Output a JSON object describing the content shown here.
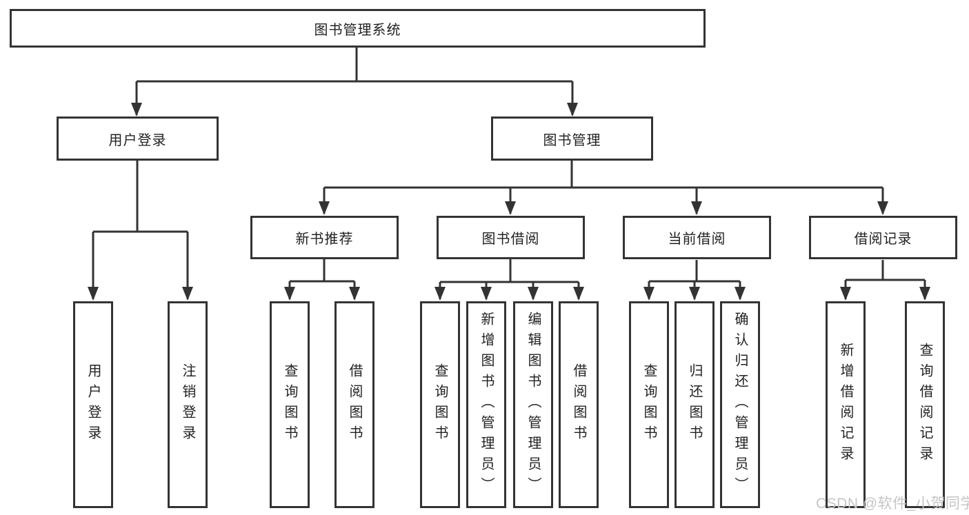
{
  "diagram": {
    "root": {
      "label": "图书管理系统"
    },
    "level2": [
      {
        "label": "用户登录"
      },
      {
        "label": "图书管理"
      }
    ],
    "level3": [
      {
        "label": "新书推荐"
      },
      {
        "label": "图书借阅"
      },
      {
        "label": "当前借阅"
      },
      {
        "label": "借阅记录"
      }
    ],
    "leaves": [
      {
        "label": "用户登录"
      },
      {
        "label": "注销登录"
      },
      {
        "label": "查询图书"
      },
      {
        "label": "借阅图书"
      },
      {
        "label": "查询图书"
      },
      {
        "label": "新增图书（管理员）"
      },
      {
        "label": "编辑图书（管理员）"
      },
      {
        "label": "借阅图书"
      },
      {
        "label": "查询图书"
      },
      {
        "label": "归还图书"
      },
      {
        "label": "确认归还（管理员）"
      },
      {
        "label": "新增借阅记录"
      },
      {
        "label": "查询借阅记录"
      }
    ]
  },
  "watermark": {
    "text": "CSDN @软件_小贺同学"
  },
  "colors": {
    "line": "#333333",
    "text": "#222222",
    "watermark": "#c5c5c5",
    "background": "#ffffff"
  }
}
